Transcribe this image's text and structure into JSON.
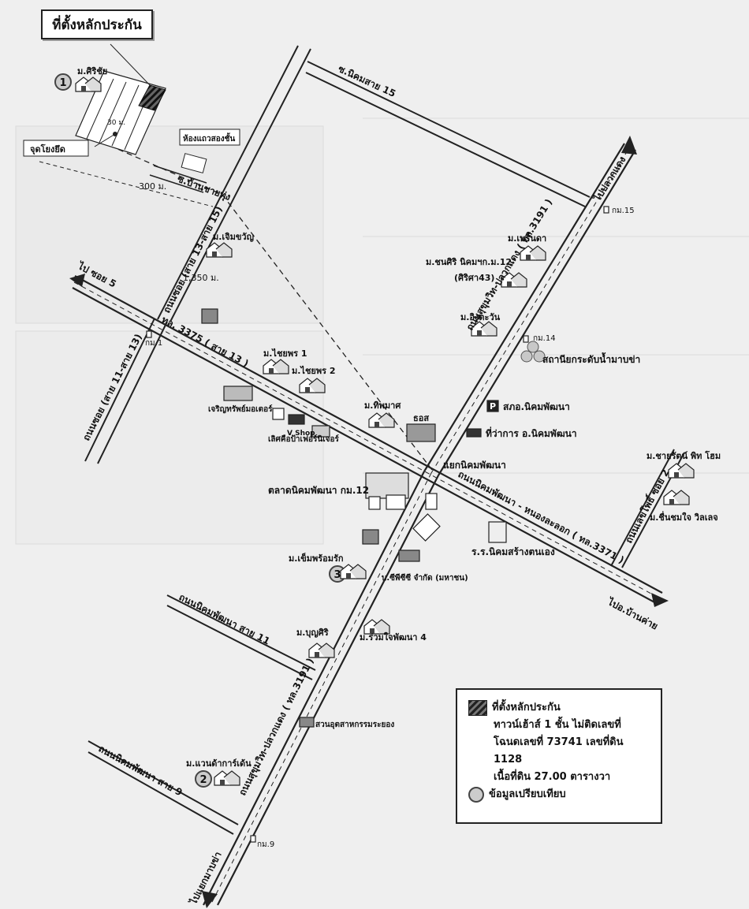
{
  "title": "ที่ตั้งหลักประกัน",
  "legend": {
    "property_label": "ที่ตั้งหลักประกัน",
    "property_desc": "ทาวน์เฮ้าส์ 1 ชั้น ไม่ติดเลขที่",
    "deed": "โฉนดเลขที่ 73741 เลขที่ดิน 1128",
    "area": "เนื้อที่ดิน 27.00 ตารางวา",
    "comparable": "ข้อมูลเปรียบเทียบ"
  },
  "roads": {
    "soi_15": "ซ.นิคมสาย 15",
    "village_road": "ซ.บ้านชายทุ่ง",
    "soi_13_15": "ถนนซอย (สาย 13-สาย 15)",
    "soi_11_13": "ถนนซอย (สาย 11-สาย 13)",
    "rd_3375": "ทล. 3375 ( สาย 13 )",
    "to_soi5": "ไป ซอย 5",
    "sukhumvit_n": "ถนนสุขุมวิท-ปลวกแดง ( ทล.3191 )",
    "to_pluakdaeng": "ไปปลวกแดง",
    "nikhom_nongla": "ถนนนิคมพัฒนา - หนองละลอก ( ทล.3371 )",
    "to_bankhai": "ไปอ.บ้านค่าย",
    "nikhom_11": "ถนนนิคมพัฒนา สาย 11",
    "nikhom_9": "ถนนนิคมพัฒนา สาย 9",
    "sukhumvit_s": "ถนนสุขุมวิท-ปลวกแดง ( ทล.3191 )",
    "to_mabkha": "ไปแยกมาบข่า",
    "phothi_2": "ถนนเลขโพธิ์ ซอย 2",
    "junction": "แยกนิคมพัฒนา"
  },
  "distances": {
    "d300": "300 ม.",
    "d1350": "1,350 ม.",
    "d30": "30 ม."
  },
  "km_markers": {
    "km1": "กม.1",
    "km9": "กม.9",
    "km14": "กม.14",
    "km15": "กม.15"
  },
  "villages": {
    "m_sirichai": "ม.ศิริชัย",
    "m_chermkhwan": "ม.เจิมขวัญ",
    "m_phrinda": "ม.เพริ้นดา",
    "m_chonsiri": "ม.ชนศิริ นิคมฯก.ม.12",
    "m_chonsiri_sub": "(ศิริศา43)",
    "m_ingkawan": "ม.อิงตะวัน",
    "m_chaiyaporn1": "ม.ไชยพร 1",
    "m_chaiyaporn2": "ม.ไชยพร 2",
    "m_thipmart": "ม.ทิพมาศ",
    "m_chayrit": "ม.ชายรัตน์ พิท โฮม",
    "m_chuenchom": "ม.ชื่นชมใจ วิลเลจ",
    "m_chaemruk": "ม.เข็มพร้อมรัก",
    "m_bunsiri": "ม.บุญศิริ",
    "m_ruamjai": "ม.ร่วมใจพัฒนา 4",
    "m_wongkham": "ม.แวนด้าการ์เด้น"
  },
  "places": {
    "community_pole": "จุดโยงยึด",
    "row_house": "ห้องแถวสองชั้น",
    "school": "เจริญทรัพย์มอเตอร์",
    "furniture": "เลิศคือป้าเฟอร์นิเจอร์",
    "vshop": "V Shop",
    "market": "ตลาดนิคมพัฒนา กม.12",
    "water_station": "สถานียกระดับน้ำมาบข่า",
    "police": "สภอ.นิคมพัฒนา",
    "bank": "ธอส",
    "district_office": "ที่ว่าการ อ.นิคมพัฒนา",
    "school2": "ร.ร.นิคมสร้างตนเอง",
    "company": "บ.ซีพีซีซี จำกัด (มหาชน)",
    "industrial": "สวนอุตสาหกรรมระยอง"
  },
  "markers": {
    "n1": "1",
    "n2": "2",
    "n3": "3"
  },
  "colors": {
    "road_line": "#222222",
    "paper": "#efefef",
    "property": "#333333",
    "comparable": "#c8c8c8"
  }
}
